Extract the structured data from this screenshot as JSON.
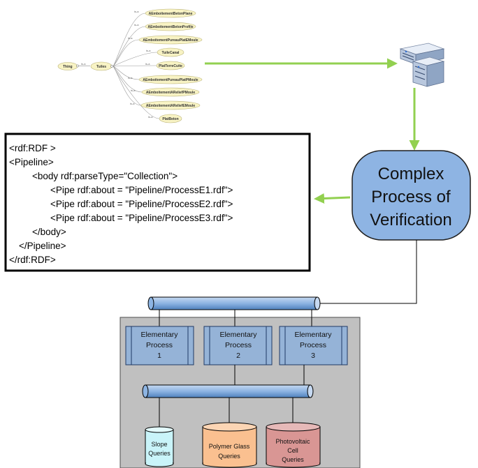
{
  "ontology": {
    "root": "Thing",
    "hub": "Tuiles",
    "edge_label": "is-a",
    "children": [
      "AEmboitementBetonPlane",
      "AEmboitementBetonProfile",
      "AEmboitementPureauPlatEMoule",
      "TuileCanal",
      "PlatTerreCuite",
      "AEmboitementPureauPlatPMoule",
      "AEmboitementAReliefPMoule",
      "AEmboitementAReliefEMoule",
      "PlatBeton"
    ]
  },
  "server_icon": "server-rack-icon",
  "rdf_code": {
    "lines": [
      "<rdf:RDF >",
      "<Pipeline>",
      "<body rdf:parseType=\"Collection\">",
      "<Pipe rdf:about = \"Pipeline/ProcessE1.rdf\">",
      "<Pipe rdf:about = \"Pipeline/ProcessE2.rdf\">",
      "<Pipe rdf:about = \"Pipeline/ProcessE3.rdf\">",
      "</body>",
      "</Pipeline>",
      "</rdf:RDF>"
    ]
  },
  "complex_process": {
    "lines": [
      "Complex",
      "Process of",
      "Verification"
    ],
    "fill": "#8eb4e3"
  },
  "elementary_processes": [
    {
      "line1": "Elementary",
      "line2": "Process",
      "line3": "1"
    },
    {
      "line1": "Elementary",
      "line2": "Process",
      "line3": "2"
    },
    {
      "line1": "Elementary",
      "line2": "Process",
      "line3": "3"
    }
  ],
  "databases": [
    {
      "lines": [
        "Slope",
        "Queries"
      ],
      "color": "#c9f4f9"
    },
    {
      "lines": [
        "Polymer Glass",
        "Queries"
      ],
      "color": "#fac090"
    },
    {
      "lines": [
        "Photovoltaic",
        "Cell",
        "Queries"
      ],
      "color": "#d99694"
    }
  ],
  "colors": {
    "arrow": "#92d050",
    "process_box": "#95b3d7",
    "pipe": "#8db4e2",
    "container": "#c0c0c0",
    "ontology_node": "#f8f3c4"
  }
}
